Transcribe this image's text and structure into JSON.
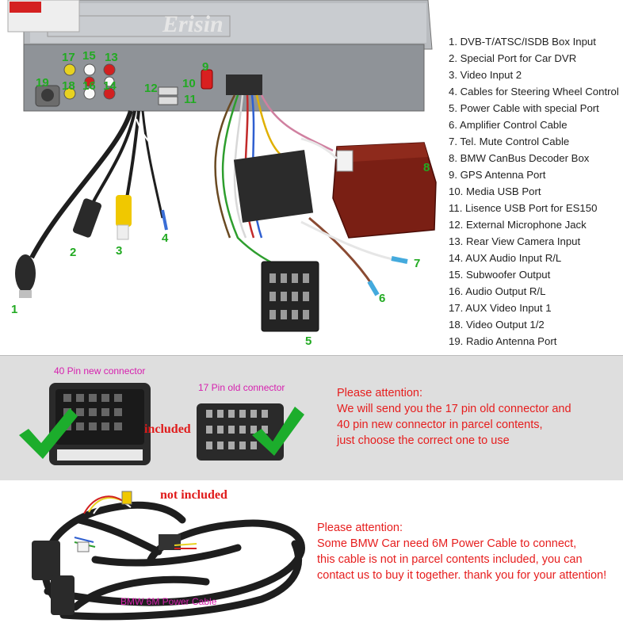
{
  "legend": [
    "1. DVB-T/ATSC/ISDB Box Input",
    "2. Special Port for Car DVR",
    "3. Video Input 2",
    "4. Cables for Steering Wheel Control",
    "5. Power Cable with special Port",
    "6. Amplifier Control Cable",
    "7. Tel. Mute Control Cable",
    "8. BMW CanBus Decoder Box",
    "9. GPS Antenna Port",
    "10. Media USB Port",
    "11. Lisence USB Port for ES150",
    "12. External Microphone Jack",
    "13. Rear View Camera Input",
    "14. AUX Audio Input R/L",
    "15. Subwoofer Output",
    "16. Audio Output R/L",
    "17. AUX Video Input 1",
    "18. Video Output 1/2",
    "19. Radio Antenna Port"
  ],
  "callouts": {
    "n1": "1",
    "n2": "2",
    "n3": "3",
    "n4": "4",
    "n5": "5",
    "n6": "6",
    "n7": "7",
    "n8": "8",
    "n9": "9",
    "n10": "10",
    "n11": "11",
    "n12": "12",
    "n13": "13",
    "n14": "14",
    "n15": "15",
    "n16": "16",
    "n17": "17",
    "n18": "18",
    "n19": "19"
  },
  "brand": "Erisin",
  "connectors": {
    "new_label": "40 Pin new connector",
    "old_label": "17 Pin old connector",
    "included": "included"
  },
  "attention1": {
    "title": "Please attention:",
    "lines": [
      "We will send you the 17 pin old connector and",
      "40 pin new connector in parcel contents,",
      "just choose the correct one to use"
    ]
  },
  "power_cable": {
    "not_included": "not included",
    "label": "BMW 6M Power Cable"
  },
  "attention2": {
    "title": "Please attention:",
    "lines": [
      "Some BMW Car need 6M Power Cable to connect,",
      "this cable is not in parcel contents included, you can",
      "contact us to buy it together. thank you for your attention!"
    ]
  },
  "colors": {
    "callout_green": "#22aa22",
    "attention_red": "#e61e1e",
    "label_magenta": "#d61fae",
    "decoder_box": "#7a1f14"
  }
}
